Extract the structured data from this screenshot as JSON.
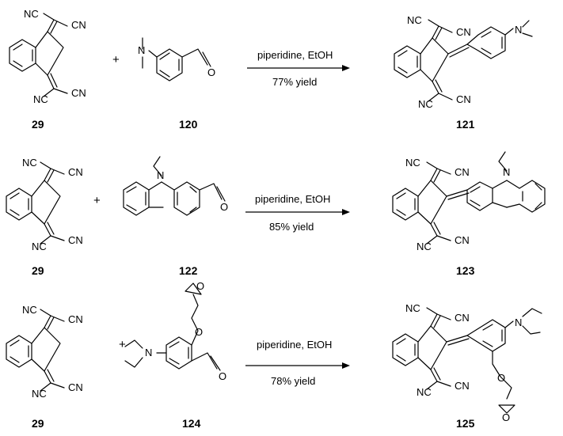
{
  "atoms": {
    "dicyano_left": "NC",
    "dicyano_right": "CN",
    "nitrogen": "N",
    "oxygen": "O"
  },
  "reactions": [
    {
      "reactant1_label": "29",
      "reactant2_label": "120",
      "product_label": "121",
      "plus": "+",
      "conditions_top": "piperidine, EtOH",
      "conditions_bottom": "77% yield"
    },
    {
      "reactant1_label": "29",
      "reactant2_label": "122",
      "product_label": "123",
      "plus": "+",
      "conditions_top": "piperidine, EtOH",
      "conditions_bottom": "85% yield"
    },
    {
      "reactant1_label": "29",
      "reactant2_label": "124",
      "product_label": "125",
      "plus": "+",
      "conditions_top": "piperidine, EtOH",
      "conditions_bottom": "78% yield"
    }
  ]
}
